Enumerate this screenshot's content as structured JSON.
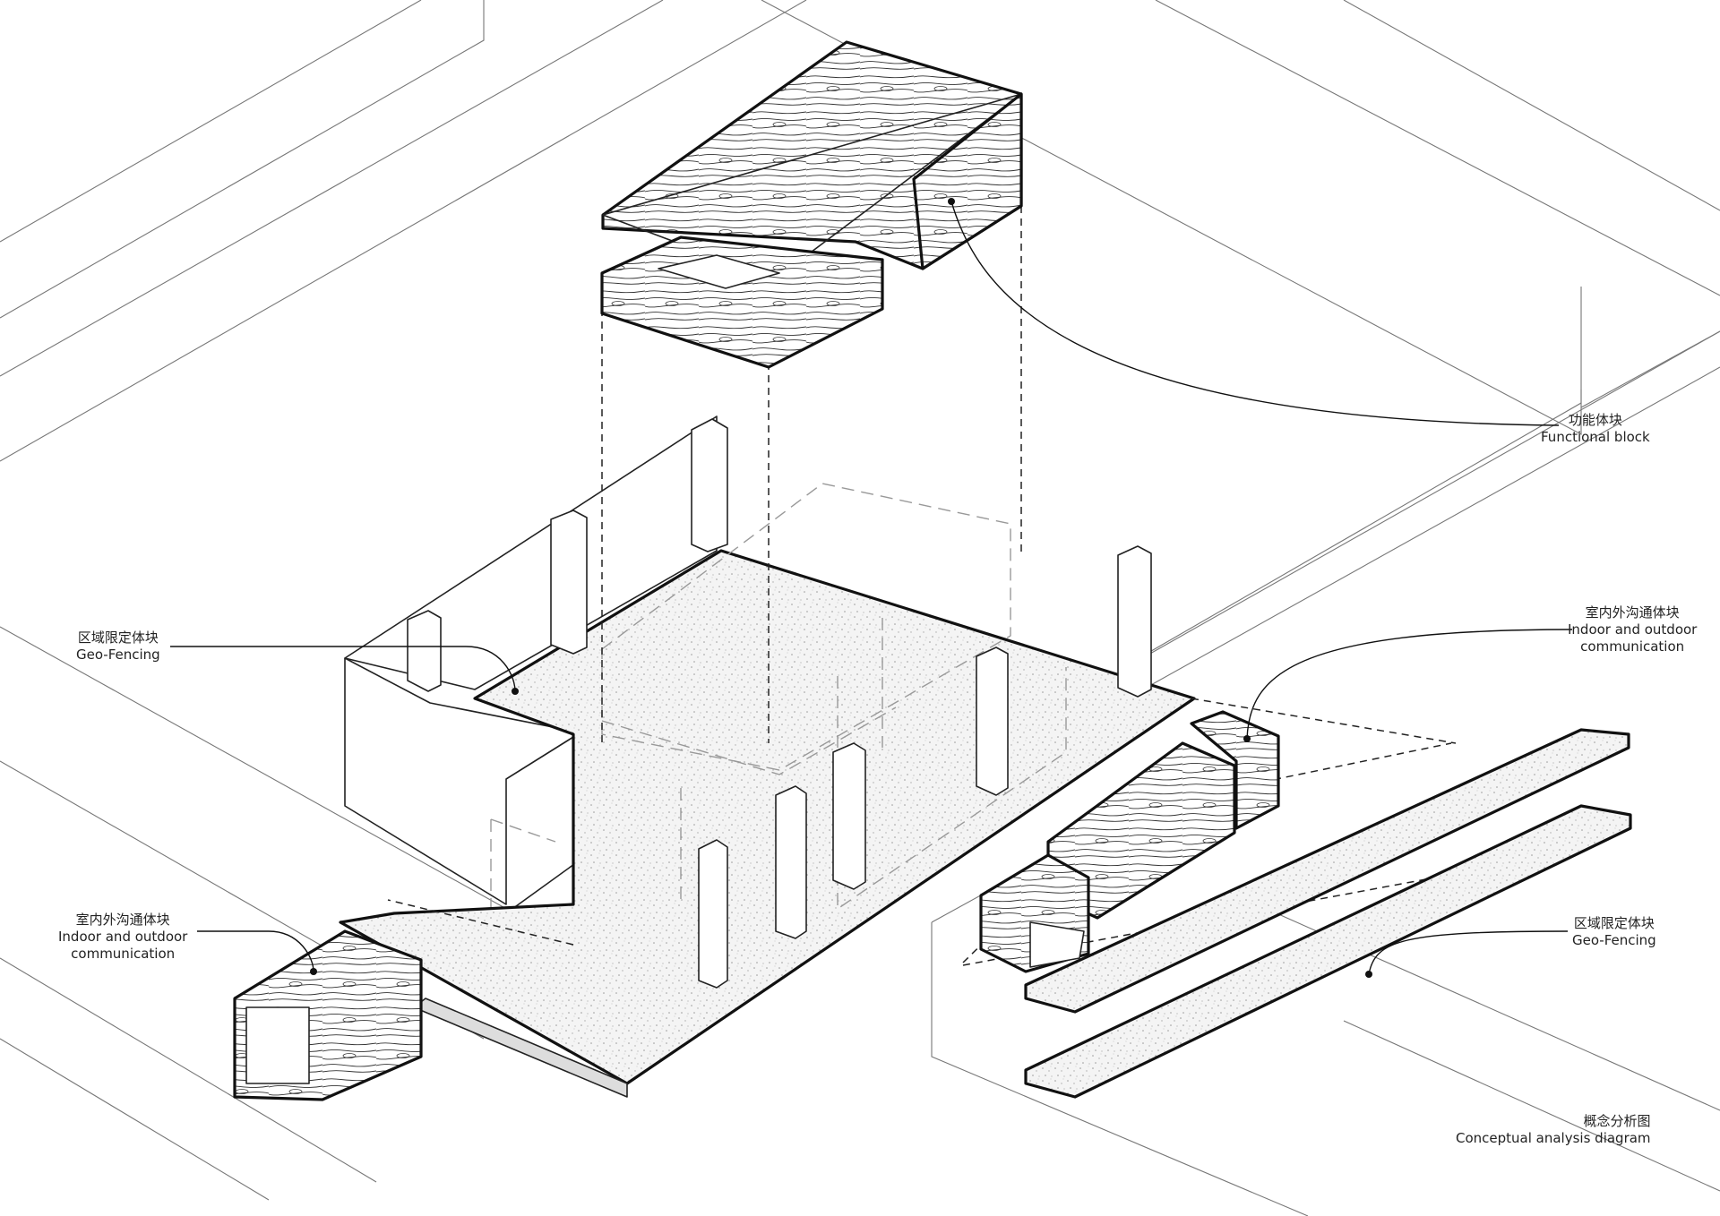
{
  "labels": {
    "functional_block": {
      "zh": "功能体块",
      "en": "Functional block"
    },
    "geo_fencing_left": {
      "zh": "区域限定体块",
      "en": "Geo-Fencing"
    },
    "indoor_outdoor_right": {
      "zh": "室内外沟通体块",
      "en": "Indoor and outdoor",
      "en2": "communication"
    },
    "indoor_outdoor_left": {
      "zh": "室内外沟通体块",
      "en": "Indoor and outdoor",
      "en2": "communication"
    },
    "geo_fencing_right": {
      "zh": "区域限定体块",
      "en": "Geo-Fencing"
    },
    "caption": {
      "zh": "概念分析图",
      "en": "Conceptual analysis diagram"
    }
  },
  "colors": {
    "line": "#111111",
    "context": "#777777",
    "floor": "#f2f2f2",
    "wood": "#ffffff"
  }
}
